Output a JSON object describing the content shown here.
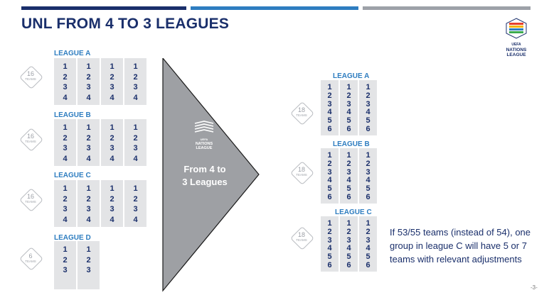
{
  "slide": {
    "title": "UNL FROM 4 TO 3 LEAGUES",
    "page_number": "-3-",
    "accent_colors": {
      "navy": "#1a2f6b",
      "blue": "#2e7dc0",
      "grey": "#9da1a8"
    },
    "top_bars": [
      "#1a2f6b",
      "#2e7dc0",
      "#9da1a8"
    ]
  },
  "logo": {
    "line1": "UEFA",
    "line2": "NATIONS",
    "line3": "LEAGUE"
  },
  "arrow": {
    "logo_line1": "UEFA",
    "logo_line2": "NATIONS",
    "logo_line3": "LEAGUE",
    "text_line1": "From 4 to",
    "text_line2": "3 Leagues"
  },
  "current_format": {
    "leagues": [
      {
        "label": "LEAGUE A",
        "teams_count": "16",
        "teams_word": "TEAMS",
        "groups": [
          [
            "1",
            "2",
            "3",
            "4"
          ],
          [
            "1",
            "2",
            "3",
            "4"
          ],
          [
            "1",
            "2",
            "3",
            "4"
          ],
          [
            "1",
            "2",
            "3",
            "4"
          ]
        ]
      },
      {
        "label": "LEAGUE B",
        "teams_count": "16",
        "teams_word": "TEAMS",
        "groups": [
          [
            "1",
            "2",
            "3",
            "4"
          ],
          [
            "1",
            "2",
            "3",
            "4"
          ],
          [
            "1",
            "2",
            "3",
            "4"
          ],
          [
            "1",
            "2",
            "3",
            "4"
          ]
        ]
      },
      {
        "label": "LEAGUE C",
        "teams_count": "16",
        "teams_word": "TEAMS",
        "groups": [
          [
            "1",
            "2",
            "3",
            "4"
          ],
          [
            "1",
            "2",
            "3",
            "4"
          ],
          [
            "1",
            "2",
            "3",
            "4"
          ],
          [
            "1",
            "2",
            "3",
            "4"
          ]
        ]
      },
      {
        "label": "LEAGUE D",
        "teams_count": "6",
        "teams_word": "TEAMS",
        "groups": [
          [
            "1",
            "2",
            "3"
          ],
          [
            "1",
            "2",
            "3"
          ]
        ]
      }
    ]
  },
  "new_format": {
    "leagues": [
      {
        "label": "LEAGUE A",
        "teams_count": "18",
        "teams_word": "TEAMS",
        "groups": [
          [
            "1",
            "2",
            "3",
            "4",
            "5",
            "6"
          ],
          [
            "1",
            "2",
            "3",
            "4",
            "5",
            "6"
          ],
          [
            "1",
            "2",
            "3",
            "4",
            "5",
            "6"
          ]
        ]
      },
      {
        "label": "LEAGUE B",
        "teams_count": "18",
        "teams_word": "TEAMS",
        "groups": [
          [
            "1",
            "2",
            "3",
            "4",
            "5",
            "6"
          ],
          [
            "1",
            "2",
            "3",
            "4",
            "5",
            "6"
          ],
          [
            "1",
            "2",
            "3",
            "4",
            "5",
            "6"
          ]
        ]
      },
      {
        "label": "LEAGUE C",
        "teams_count": "18",
        "teams_word": "TEAMS",
        "groups": [
          [
            "1",
            "2",
            "3",
            "4",
            "5",
            "6"
          ],
          [
            "1",
            "2",
            "3",
            "4",
            "5",
            "6"
          ],
          [
            "1",
            "2",
            "3",
            "4",
            "5",
            "6"
          ]
        ]
      }
    ]
  },
  "note": "If 53/55 teams (instead of 54), one group in league C will have 5 or 7 teams with relevant adjustments"
}
